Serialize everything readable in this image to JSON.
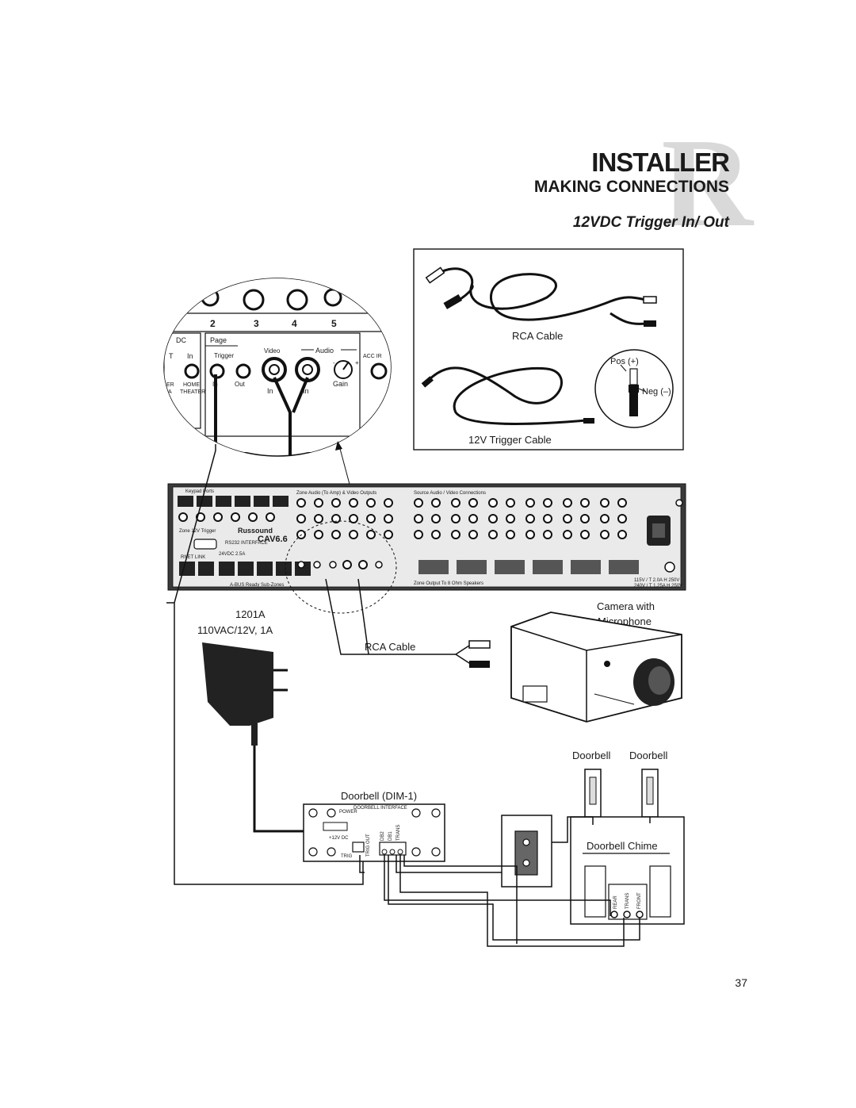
{
  "header": {
    "logo_letter": "R",
    "section": "INSTALLER",
    "subsection": "MAKING CONNECTIONS",
    "title": "12VDC Trigger In/ Out"
  },
  "inset_panel": {
    "zone_numbers": [
      "2",
      "3",
      "4",
      "5"
    ],
    "labels": {
      "page": "Page",
      "trigger": "Trigger",
      "video": "Video",
      "audio": "Audio",
      "acc": "ACC IR",
      "in": "In",
      "out": "Out",
      "gain": "Gain",
      "home": "HOME",
      "theater": "THEATER",
      "dc": "DC",
      "t": "T",
      "er": "ER",
      "a": "A"
    }
  },
  "cables_box": {
    "rca_cable_label": "RCA Cable",
    "trigger_cable_label": "12V Trigger Cable",
    "pos_label": "Pos (+)",
    "neg_label": "Neg (–)"
  },
  "rear_panel": {
    "keypad_ports": "Keypad Ports",
    "zone_audio": "Zone Audio (To Amp) & Video Outputs",
    "source_audio": "Source Audio / Video Connections",
    "zone_trigger": "Zone 12V Trigger",
    "brand": "Russound",
    "model": "CAV6.6",
    "rs232": "RS232 INTERFACE",
    "rnet": "RNET LINK",
    "abus": "A-BUS Ready Sub-Zones",
    "zone_output": "Zone Output To 8 Ohm Speakers",
    "voltage": "24VDC 2.5A",
    "power_labels": [
      "115V / T 2.0A H 250V",
      "240V / T 1.25A H 250V"
    ]
  },
  "devices": {
    "adapter_model": "1201A",
    "adapter_rating": "110VAC/12V, 1A",
    "rca_cable": "RCA Cable",
    "camera_line1": "Camera with",
    "camera_line2": "Microphone",
    "doorbell_1": "Doorbell",
    "doorbell_2": "Doorbell",
    "dim_label": "Doorbell (DIM-1)",
    "dim_board_title": "DOORBELL INTERFACE",
    "dim_power": "POWER",
    "dim_12vdc": "+12V DC",
    "dim_trig": "TRIG",
    "dim_trig_out": "TRIG OUT",
    "dim_terminals": [
      "DB2",
      "DB1",
      "TRANS"
    ],
    "chime_label": "Doorbell Chime",
    "chime_terminals": [
      "REAR",
      "TRANS",
      "FRONT"
    ]
  },
  "footer": {
    "page_number": "37"
  }
}
